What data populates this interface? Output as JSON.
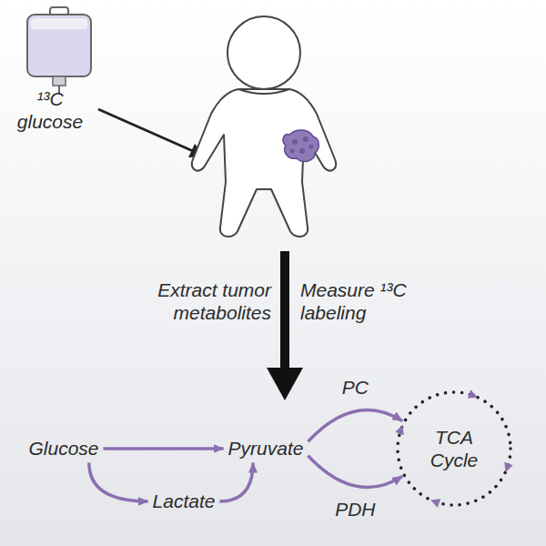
{
  "diagram": {
    "nodes": [
      {
        "text": [
          "Glucose"
        ]
      },
      {
        "text": [
          "Lactate"
        ]
      },
      {
        "text": [
          "Pyruvate"
        ]
      },
      {
        "text": [
          "TCA Cycle"
        ]
      }
    ],
    "edges": [
      {
        "from": 0,
        "to": 2,
        "arrow": "to"
      },
      {
        "from": 0,
        "to": 1,
        "arrow": "to"
      },
      {
        "from": 1,
        "to": 2,
        "arrow": "to"
      },
      {
        "from": 2,
        "to": 3,
        "label": "PC",
        "arrow": "to"
      },
      {
        "from": 2,
        "to": 3,
        "label": "PDH",
        "arrow": "to"
      }
    ],
    "labels": [
      "¹³C glucose",
      "Extract tumor metabolites",
      "Measure ¹³C labeling"
    ]
  }
}
